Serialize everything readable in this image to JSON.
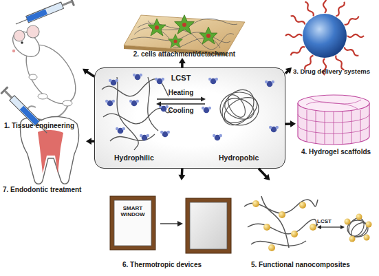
{
  "diagram": {
    "nodes": [
      {
        "text": [
          "LCST",
          "Heating",
          "Cooling",
          "Hydrophilic",
          "Hydropobic"
        ]
      },
      {
        "text": [
          "1. Tissue engineering"
        ]
      },
      {
        "text": [
          "2. cells attachment/detachment"
        ]
      },
      {
        "text": [
          "3. Drug delivery systems"
        ]
      },
      {
        "text": [
          "4. Hydrogel scaffolds"
        ]
      },
      {
        "text": [
          "5. Functional nanocomposites",
          "LCST"
        ]
      },
      {
        "text": [
          "6. Thermotropic devices",
          "SMART WINDOW"
        ]
      },
      {
        "text": [
          "7. Endodontic treatment"
        ]
      }
    ],
    "edges": [
      {
        "from": 0,
        "to": 1,
        "arrow": "to"
      },
      {
        "from": 0,
        "to": 2,
        "arrow": "to"
      },
      {
        "from": 0,
        "to": 3,
        "arrow": "to"
      },
      {
        "from": 0,
        "to": 4,
        "arrow": "to"
      },
      {
        "from": 0,
        "to": 5,
        "arrow": "to"
      },
      {
        "from": 0,
        "to": 6,
        "arrow": "to"
      },
      {
        "from": 0,
        "to": 7,
        "arrow": "to"
      }
    ]
  }
}
